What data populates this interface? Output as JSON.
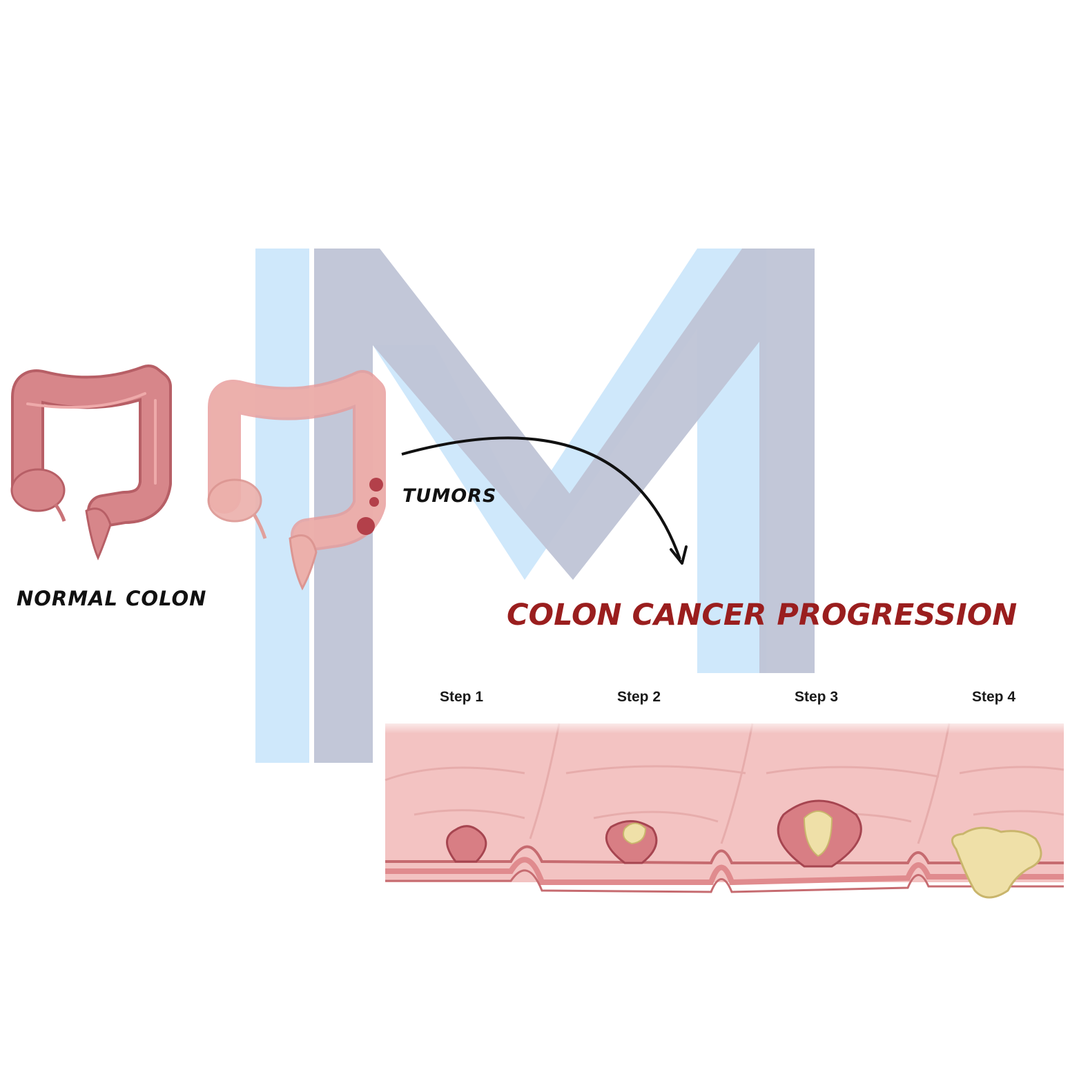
{
  "labels": {
    "normal_colon": "NORMAL COLON",
    "tumors": "TUMORS",
    "title": "COLON CANCER PROGRESSION"
  },
  "steps": [
    "Step 1",
    "Step 2",
    "Step 3",
    "Step 4"
  ],
  "colors": {
    "title": "#9a1e1e",
    "colon": "#d7868a",
    "colon_dark": "#b75f66",
    "colon_faded": "#ecb0ab",
    "tumor": "#b3404a",
    "tissue": "#f3c3c2",
    "tumor_core": "#efe0a8",
    "watermark_blue": "#cfe8fb",
    "watermark_gray": "#bfc4d6"
  },
  "icons": [
    "watermark-m-logo",
    "normal-colon-icon",
    "tumor-colon-icon",
    "curved-arrow-icon",
    "polyp-icon"
  ]
}
